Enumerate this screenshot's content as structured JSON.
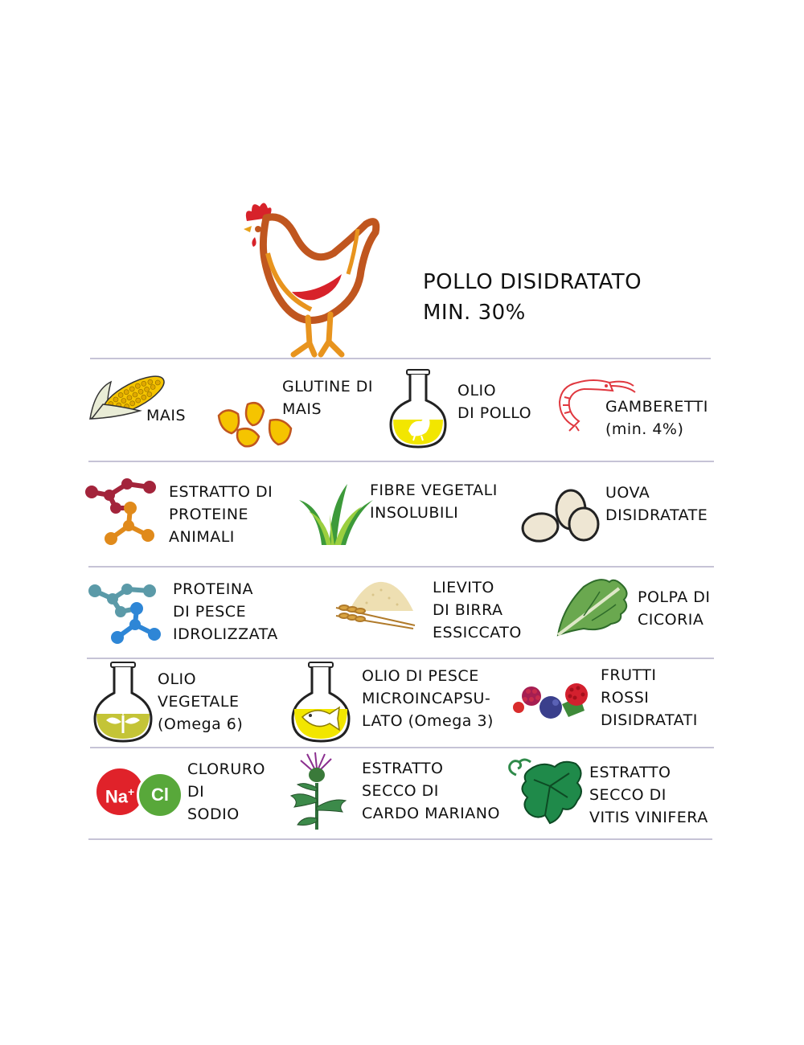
{
  "header": {
    "title_lines": [
      "POLLO DISIDRATATO",
      "MIN. 30%"
    ],
    "icon": "chicken-icon"
  },
  "ingredients": [
    {
      "icon": "corn-cob-icon",
      "lines": [
        "MAIS"
      ]
    },
    {
      "icon": "corn-kernels-icon",
      "lines": [
        "GLUTINE DI",
        "MAIS"
      ]
    },
    {
      "icon": "flask-chicken-icon",
      "lines": [
        "OLIO",
        "DI POLLO"
      ]
    },
    {
      "icon": "shrimp-icon",
      "lines": [
        "GAMBERETTI",
        "(min. 4%)"
      ]
    },
    {
      "icon": "molecule-red-icon",
      "lines": [
        "ESTRATTO DI",
        "PROTEINE",
        "ANIMALI"
      ]
    },
    {
      "icon": "grass-icon",
      "lines": [
        "FIBRE VEGETALI",
        "INSOLUBILI"
      ]
    },
    {
      "icon": "eggs-icon",
      "lines": [
        "UOVA",
        "DISIDRATATE"
      ]
    },
    {
      "icon": "molecule-blue-icon",
      "lines": [
        "PROTEINA",
        "DI PESCE",
        "IDROLIZZATA"
      ]
    },
    {
      "icon": "yeast-wheat-icon",
      "lines": [
        "LIEVITO",
        "DI BIRRA",
        "ESSICCATO"
      ]
    },
    {
      "icon": "chicory-leaf-icon",
      "lines": [
        "POLPA DI",
        "CICORIA"
      ]
    },
    {
      "icon": "flask-plant-icon",
      "lines": [
        "OLIO",
        "VEGETALE",
        "(Omega 6)"
      ]
    },
    {
      "icon": "flask-fish-icon",
      "lines": [
        "OLIO DI PESCE",
        "MICROINCAPSU-",
        "LATO (Omega 3)"
      ]
    },
    {
      "icon": "red-fruits-icon",
      "lines": [
        "FRUTTI",
        "ROSSI",
        "DISIDRATATI"
      ]
    },
    {
      "icon": "salt-nacl-icon",
      "lines": [
        "CLORURO",
        "DI",
        "SODIO"
      ],
      "badge": {
        "na": "Na",
        "plus": "+",
        "cl": "Cl"
      }
    },
    {
      "icon": "milk-thistle-icon",
      "lines": [
        "ESTRATTO",
        "SECCO DI",
        "CARDO MARIANO"
      ]
    },
    {
      "icon": "vine-leaf-icon",
      "lines": [
        "ESTRATTO",
        "SECCO DI",
        "VITIS VINIFERA"
      ]
    }
  ],
  "colors": {
    "divider": "#c6c3d6",
    "chicken_orange": "#c0561f",
    "chicken_red": "#d7222a",
    "flask_yellow": "#f2e600"
  }
}
